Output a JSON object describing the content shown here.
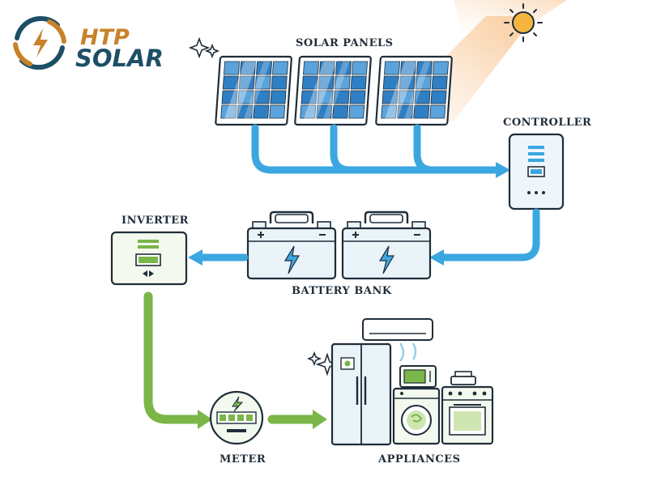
{
  "brand": {
    "name_line1": "HTP",
    "name_line2": "SOLAR",
    "color_primary": "#1d4f66",
    "color_accent": "#c9822a"
  },
  "labels": {
    "solar_panels": "SOLAR PANELS",
    "controller": "CONTROLLER",
    "inverter": "INVERTER",
    "battery_bank": "BATTERY BANK",
    "meter": "METER",
    "appliances": "APPLIANCES"
  },
  "colors": {
    "dc_flow": "#3ba7e0",
    "ac_flow": "#7ab648",
    "outline": "#1f2d3a",
    "panel_cell": "#2f7fc4",
    "sun_ray": "#f6c89a"
  }
}
